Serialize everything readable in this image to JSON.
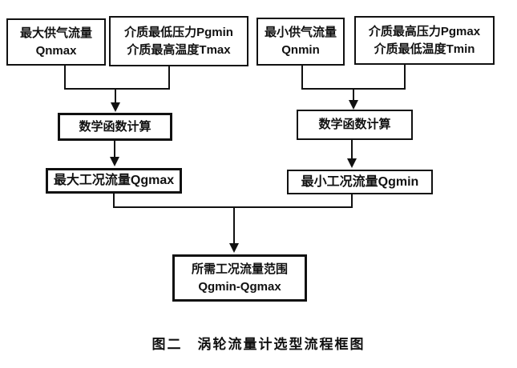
{
  "diagram": {
    "nodes": {
      "qnmax": {
        "line1": "最大供气流量",
        "line2": "Qnmax"
      },
      "pgmin_tmax": {
        "line1": "介质最低压力Pgmin",
        "line2": "介质最高温度Tmax"
      },
      "qnmin": {
        "line1": "最小供气流量",
        "line2": "Qnmin"
      },
      "pgmax_tmin": {
        "line1": "介质最高压力Pgmax",
        "line2": "介质最低温度Tmin"
      },
      "math_left": {
        "label": "数学函数计算"
      },
      "math_right": {
        "label": "数学函数计算"
      },
      "qgmax": {
        "label": "最大工况流量Qgmax"
      },
      "qgmin": {
        "label": "最小工况流量Qgmin"
      },
      "result": {
        "line1": "所需工况流量范围",
        "line2": "Qgmin-Qgmax"
      }
    },
    "caption": "图二　涡轮流量计选型流程框图",
    "colors": {
      "background": "#ffffff",
      "line": "#111111",
      "text": "#111111"
    }
  }
}
